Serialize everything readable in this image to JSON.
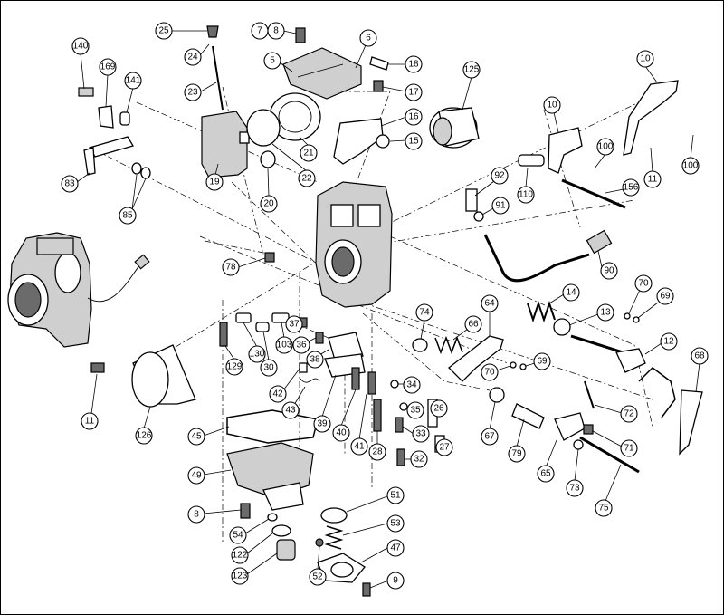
{
  "callouts": [
    "140",
    "169",
    "141",
    "83",
    "85",
    "25",
    "24",
    "23",
    "7",
    "8",
    "5",
    "6",
    "18",
    "17",
    "125",
    "19",
    "20",
    "21",
    "22",
    "16",
    "15",
    "10",
    "100",
    "11",
    "92",
    "91",
    "110",
    "156",
    "90",
    "78",
    "37",
    "36",
    "103",
    "130",
    "129",
    "30",
    "38",
    "42",
    "43",
    "39",
    "40",
    "41",
    "28",
    "34",
    "35",
    "26",
    "33",
    "27",
    "32",
    "74",
    "66",
    "64",
    "14",
    "13",
    "70",
    "69",
    "12",
    "68",
    "72",
    "71",
    "73",
    "75",
    "65",
    "67",
    "79",
    "11",
    "126",
    "45",
    "49",
    "8",
    "54",
    "122",
    "123",
    "51",
    "53",
    "52",
    "47",
    "9"
  ]
}
